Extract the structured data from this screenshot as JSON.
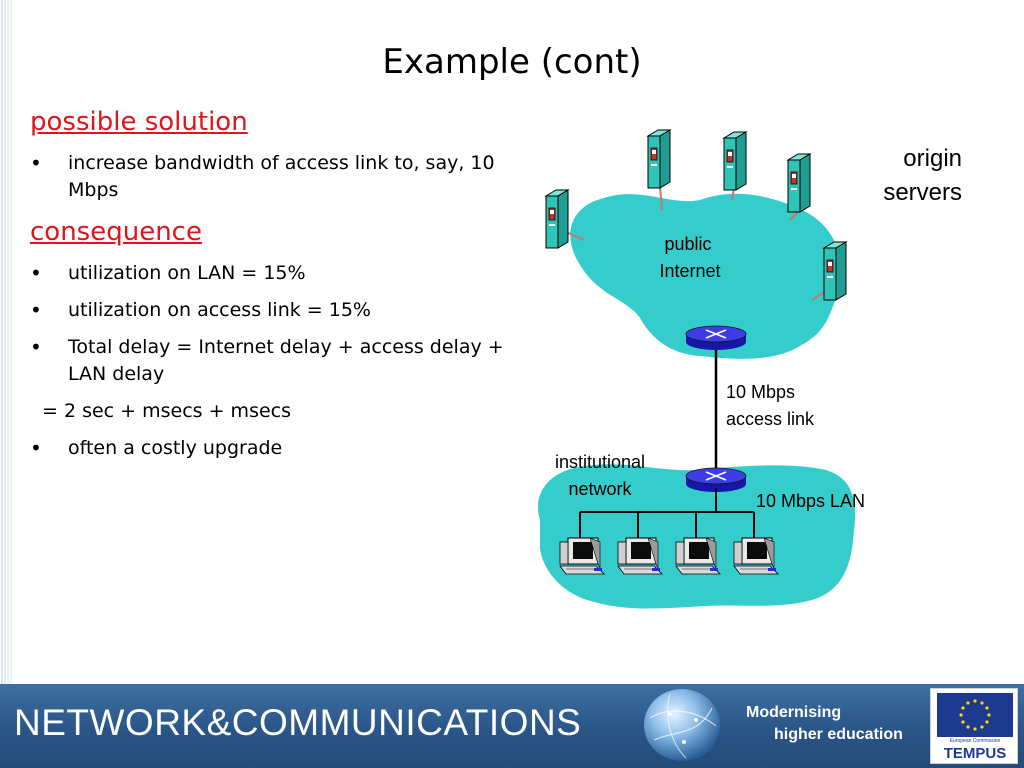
{
  "slide": {
    "title": "Example (cont)",
    "sections": [
      {
        "heading": "possible solution",
        "items": [
          {
            "type": "bullet",
            "text": "increase bandwidth of access link to, say, 10 Mbps"
          }
        ]
      },
      {
        "heading": "consequence",
        "items": [
          {
            "type": "bullet",
            "text": "utilization on LAN = 15%"
          },
          {
            "type": "bullet",
            "text": "utilization on access link = 15%"
          },
          {
            "type": "bullet",
            "text": "Total delay   = Internet delay + access delay + LAN delay"
          },
          {
            "type": "plain",
            "text": "=  2 sec + msecs + msecs"
          },
          {
            "type": "bullet",
            "text": "often a costly upgrade"
          }
        ]
      }
    ]
  },
  "diagram": {
    "origin_servers_line1": "origin",
    "origin_servers_line2": "servers",
    "public_internet_line1": "public",
    "public_internet_line2": "Internet",
    "access_link_line1": "10 Mbps",
    "access_link_line2": "access link",
    "institutional_line1": "institutional",
    "institutional_line2": "network",
    "lan_label": "10 Mbps LAN",
    "colors": {
      "cloud": "#35cccc",
      "router": "#2b2bd6",
      "server": "#2fc4b6",
      "link": "#c07b6b"
    }
  },
  "footer": {
    "brand": "NETWORK&COMMUNICATIONS",
    "tagline_line1": "Modernising",
    "tagline_line2": "higher education",
    "logo_small": "European Commission",
    "logo_name": "TEMPUS",
    "background": "#2a5587"
  }
}
